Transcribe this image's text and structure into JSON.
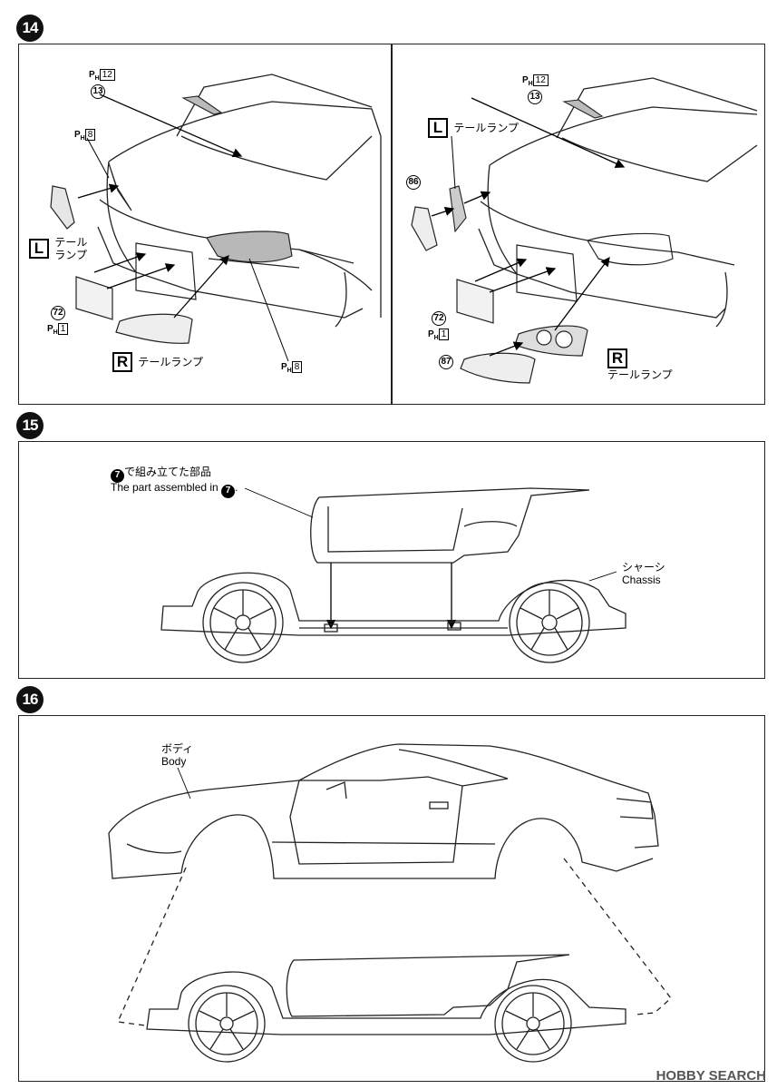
{
  "steps": {
    "s14": "14",
    "s15": "15",
    "s16": "16"
  },
  "step14": {
    "left": {
      "ph12": {
        "prefix": "P",
        "sub": "H",
        "num": "12"
      },
      "part13": "13",
      "ph8_a": {
        "prefix": "P",
        "sub": "H",
        "num": "8"
      },
      "L_letter": "L",
      "L_text1": "テール",
      "L_text2": "ランプ",
      "part72": "72",
      "ph1": {
        "prefix": "P",
        "sub": "H",
        "num": "1"
      },
      "R_letter": "R",
      "R_text": "テールランプ",
      "ph8_b": {
        "prefix": "P",
        "sub": "H",
        "num": "8"
      }
    },
    "right": {
      "ph12": {
        "prefix": "P",
        "sub": "H",
        "num": "12"
      },
      "part13": "13",
      "L_letter": "L",
      "L_text": "テールランプ",
      "part86": "86",
      "part72": "72",
      "ph1": {
        "prefix": "P",
        "sub": "H",
        "num": "1"
      },
      "part87": "87",
      "R_letter": "R",
      "R_text": "テールランプ"
    }
  },
  "step15": {
    "part_num": "7",
    "jp_suffix": "で組み立てた部品",
    "en_prefix": "The part assembled in",
    "en_suffix": ".",
    "chassis_jp": "シャーシ",
    "chassis_en": "Chassis"
  },
  "step16": {
    "body_jp": "ボディ",
    "body_en": "Body"
  },
  "watermark": "HOBBY SEARCH",
  "colors": {
    "line": "#222222",
    "shade": "#b8b8b8",
    "badge": "#111111"
  }
}
